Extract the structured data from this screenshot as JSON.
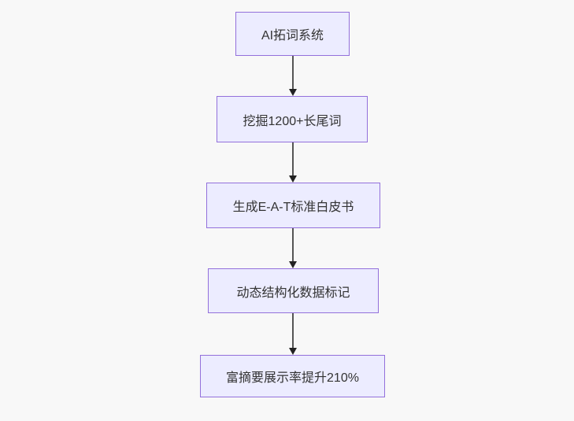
{
  "flowchart": {
    "type": "vertical-flowchart",
    "nodes": [
      {
        "label": "AI拓词系统"
      },
      {
        "label": "挖掘1200+长尾词"
      },
      {
        "label": "生成E-A-T标准白皮书"
      },
      {
        "label": "动态结构化数据标记"
      },
      {
        "label": "富摘要展示率提升210%"
      }
    ],
    "edges": [
      {
        "from": 0,
        "to": 1
      },
      {
        "from": 1,
        "to": 2
      },
      {
        "from": 2,
        "to": 3
      },
      {
        "from": 3,
        "to": 4
      }
    ],
    "colors": {
      "node_fill": "#ECECFF",
      "node_border": "#9370DB",
      "node_text": "#333333",
      "arrow_line": "#555555",
      "arrow_head": "#222222",
      "background": "#f8f8f8"
    }
  }
}
